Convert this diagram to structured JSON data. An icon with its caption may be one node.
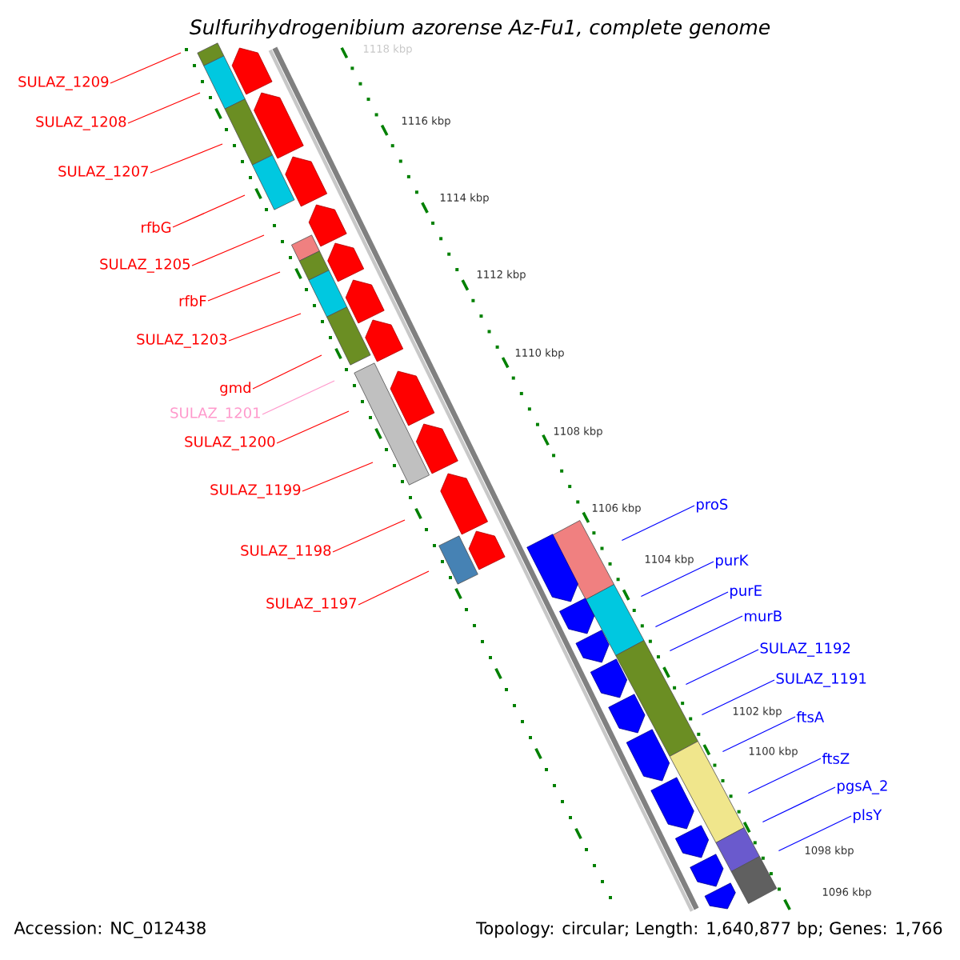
{
  "diagram": {
    "title": "Sulfurihydrogenibium azorense Az-Fu1, complete genome",
    "nodes": [
      {
        "text": [
          "SULAZ_1209"
        ]
      },
      {
        "text": [
          "SULAZ_1208"
        ]
      },
      {
        "text": [
          "SULAZ_1207"
        ]
      },
      {
        "text": [
          "rfbG"
        ]
      },
      {
        "text": [
          "SULAZ_1205"
        ]
      },
      {
        "text": [
          "rfbF"
        ]
      },
      {
        "text": [
          "SULAZ_1203"
        ]
      },
      {
        "text": [
          "gmd"
        ]
      },
      {
        "text": [
          "SULAZ_1201"
        ]
      },
      {
        "text": [
          "SULAZ_1200"
        ]
      },
      {
        "text": [
          "SULAZ_1199"
        ]
      },
      {
        "text": [
          "SULAZ_1198"
        ]
      },
      {
        "text": [
          "SULAZ_1197"
        ]
      },
      {
        "text": [
          "proS"
        ]
      },
      {
        "text": [
          "purK"
        ]
      },
      {
        "text": [
          "purE"
        ]
      },
      {
        "text": [
          "murB"
        ]
      },
      {
        "text": [
          "SULAZ_1192"
        ]
      },
      {
        "text": [
          "SULAZ_1191"
        ]
      },
      {
        "text": [
          "ftsA"
        ]
      },
      {
        "text": [
          "ftsZ"
        ]
      },
      {
        "text": [
          "pgsA_2"
        ]
      },
      {
        "text": [
          "plsY"
        ]
      }
    ],
    "edges": [
      {
        "from": 0,
        "to": null,
        "arrow": "none"
      },
      {
        "from": 1,
        "to": null,
        "arrow": "none"
      },
      {
        "from": 2,
        "to": null,
        "arrow": "none"
      },
      {
        "from": 3,
        "to": null,
        "arrow": "none"
      },
      {
        "from": 4,
        "to": null,
        "arrow": "none"
      },
      {
        "from": 5,
        "to": null,
        "arrow": "none"
      },
      {
        "from": 6,
        "to": null,
        "arrow": "none"
      },
      {
        "from": 7,
        "to": null,
        "arrow": "none"
      },
      {
        "from": 8,
        "to": null,
        "arrow": "none",
        "color": "#ff99cc"
      },
      {
        "from": 9,
        "to": null,
        "arrow": "none"
      },
      {
        "from": 10,
        "to": null,
        "arrow": "none"
      },
      {
        "from": 11,
        "to": null,
        "arrow": "none"
      },
      {
        "from": 12,
        "to": null,
        "arrow": "none"
      },
      {
        "from": 13,
        "to": null,
        "arrow": "none",
        "color": "#0000ff"
      },
      {
        "from": 14,
        "to": null,
        "arrow": "none",
        "color": "#0000ff"
      },
      {
        "from": 15,
        "to": null,
        "arrow": "none",
        "color": "#0000ff"
      },
      {
        "from": 16,
        "to": null,
        "arrow": "none",
        "color": "#0000ff"
      },
      {
        "from": 17,
        "to": null,
        "arrow": "none",
        "color": "#0000ff"
      },
      {
        "from": 18,
        "to": null,
        "arrow": "none",
        "color": "#0000ff"
      },
      {
        "from": 19,
        "to": null,
        "arrow": "none",
        "color": "#0000ff"
      },
      {
        "from": 20,
        "to": null,
        "arrow": "none",
        "color": "#0000ff"
      },
      {
        "from": 21,
        "to": null,
        "arrow": "none",
        "color": "#0000ff"
      },
      {
        "from": 22,
        "to": null,
        "arrow": "none",
        "color": "#0000ff"
      }
    ],
    "labels": [
      "1118 kbp",
      "1116 kbp",
      "1114 kbp",
      "1112 kbp",
      "1110 kbp",
      "1108 kbp",
      "1106 kbp",
      "1104 kbp",
      "1102 kbp",
      "1100 kbp",
      "1098 kbp",
      "1096 kbp",
      "Accession: NC_012438",
      "Topology: circular; Length: 1,640,877 bp; Genes: 1,766"
    ]
  }
}
